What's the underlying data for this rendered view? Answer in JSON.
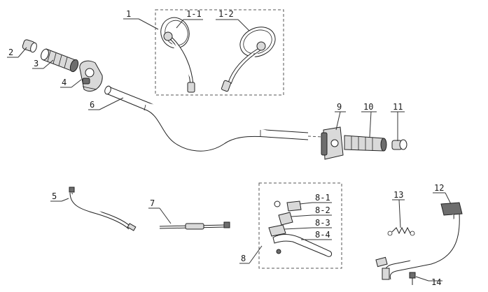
{
  "labels": {
    "p1": "1",
    "p1_1": "1-1",
    "p1_2": "1-2",
    "p2": "2",
    "p3": "3",
    "p4": "4",
    "p5": "5",
    "p6": "6",
    "p7": "7",
    "p8": "8",
    "p8_1": "8-1",
    "p8_2": "8-2",
    "p8_3": "8-3",
    "p8_4": "8-4",
    "p9": "9",
    "p10": "10",
    "p11": "11",
    "p12": "12",
    "p13": "13",
    "p14": "14"
  },
  "colors": {
    "line": "#333333",
    "shade": "#d9d9d9",
    "dark": "#6d6d6d"
  }
}
